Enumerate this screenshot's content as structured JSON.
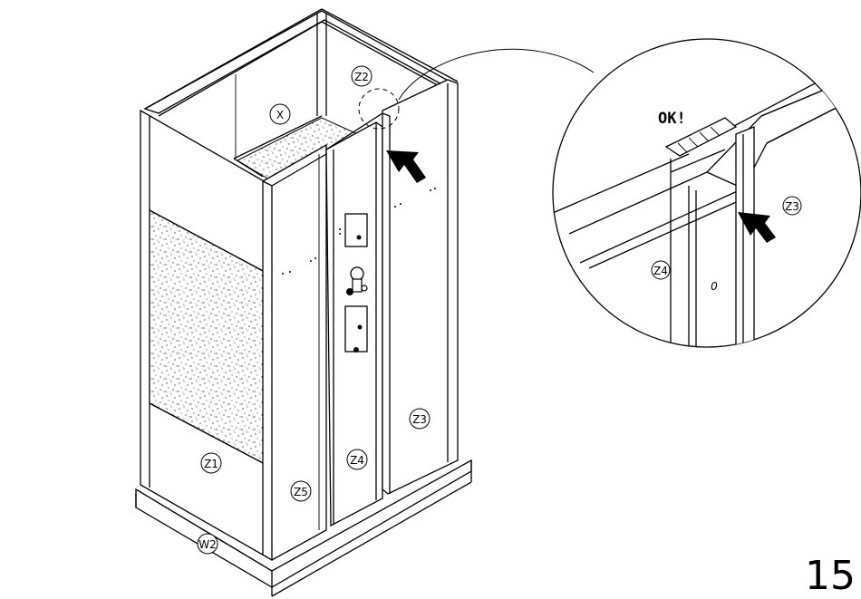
{
  "step": {
    "number": "15"
  },
  "labels": {
    "x": "X",
    "z1": "Z1",
    "z2": "Z2",
    "z3": "Z3",
    "z4": "Z4",
    "z5": "Z5",
    "w2": "W2"
  },
  "detail": {
    "ok": "OK!",
    "z3": "Z3",
    "z4": "Z4",
    "mark": "0"
  }
}
